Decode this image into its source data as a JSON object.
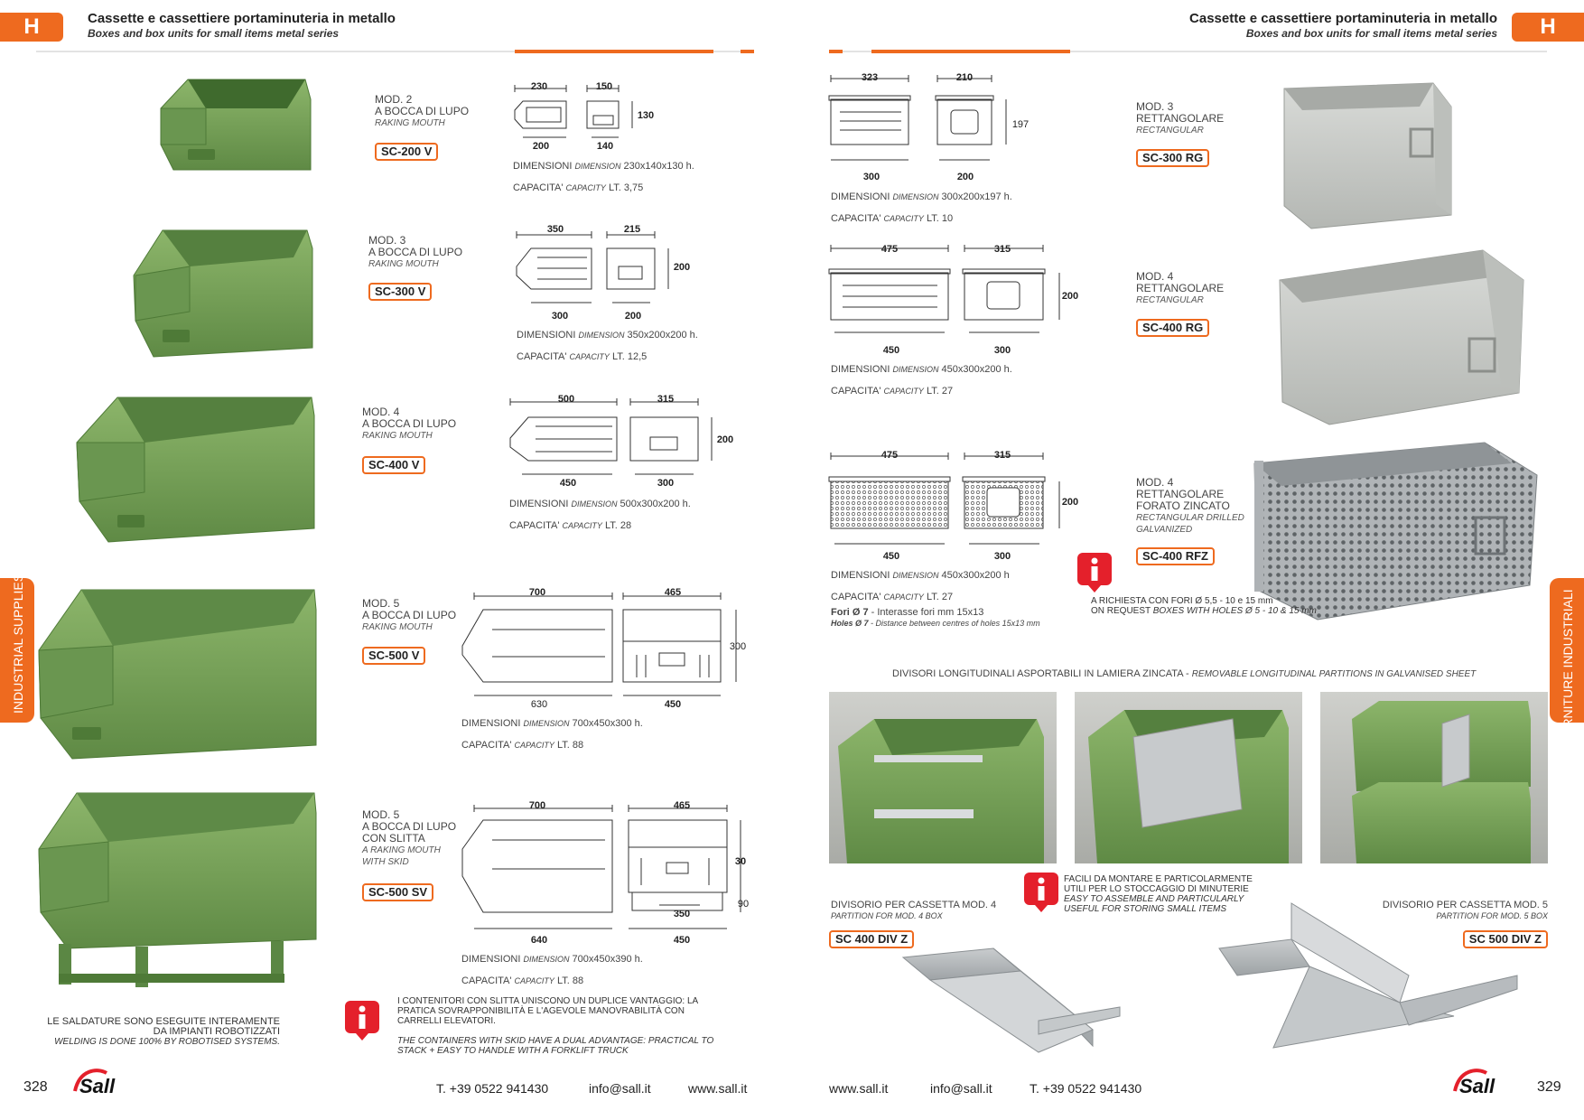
{
  "header": {
    "tab_letter": "H",
    "title": "Cassette e cassettiere portaminuteria in metallo",
    "subtitle": "Boxes and box units for small items metal series"
  },
  "side_tabs": {
    "left": "INDUSTRIAL SUPPLIES",
    "right": "FORNITURE INDUSTRIALI"
  },
  "left_products": [
    {
      "mod": "MOD. 2",
      "type": "A BOCCA DI LUPO",
      "type_en": "RAKING MOUTH",
      "code": "SC-200 V",
      "dims": [
        "230",
        "150",
        "130",
        "200",
        "140"
      ],
      "dimension_label": "DIMENSIONI",
      "dimension_en": "DIMENSION",
      "dimension_value": "230x140x130 h.",
      "capacity_label": "CAPACITA'",
      "capacity_en": "CAPACITY",
      "capacity_value": "LT. 3,75"
    },
    {
      "mod": "MOD. 3",
      "type": "A BOCCA DI LUPO",
      "type_en": "RAKING MOUTH",
      "code": "SC-300 V",
      "dims": [
        "350",
        "215",
        "200",
        "300",
        "200"
      ],
      "dimension_label": "DIMENSIONI",
      "dimension_en": "DIMENSION",
      "dimension_value": "350x200x200 h.",
      "capacity_label": "CAPACITA'",
      "capacity_en": "CAPACITY",
      "capacity_value": "LT. 12,5"
    },
    {
      "mod": "MOD. 4",
      "type": "A BOCCA DI LUPO",
      "type_en": "RAKING MOUTH",
      "code": "SC-400 V",
      "dims": [
        "500",
        "315",
        "200",
        "450",
        "300"
      ],
      "dimension_label": "DIMENSIONI",
      "dimension_en": "DIMENSION",
      "dimension_value": "500x300x200 h.",
      "capacity_label": "CAPACITA'",
      "capacity_en": "CAPACITY",
      "capacity_value": "LT. 28"
    },
    {
      "mod": "MOD. 5",
      "type": "A BOCCA DI LUPO",
      "type_en": "RAKING MOUTH",
      "code": "SC-500 V",
      "dims": [
        "700",
        "465",
        "300",
        "630",
        "450"
      ],
      "dimension_label": "DIMENSIONI",
      "dimension_en": "DIMENSION",
      "dimension_value": "700x450x300 h.",
      "capacity_label": "CAPACITA'",
      "capacity_en": "CAPACITY",
      "capacity_value": "LT. 88"
    },
    {
      "mod": "MOD. 5",
      "type": "A BOCCA DI LUPO CON SLITTA",
      "type_en": "A RAKING MOUTH WITH SKID",
      "code": "SC-500 SV",
      "dims": [
        "700",
        "465",
        "30",
        "90",
        "350",
        "640",
        "450"
      ],
      "dimension_label": "DIMENSIONI",
      "dimension_en": "DIMENSION",
      "dimension_value": "700x450x390 h.",
      "capacity_label": "CAPACITA'",
      "capacity_en": "CAPACITY",
      "capacity_value": "LT. 88"
    }
  ],
  "welding_note": {
    "it": "LE SALDATURE SONO ESEGUITE INTERAMENTE DA IMPIANTI ROBOTIZZATI",
    "en": "WELDING IS DONE 100% BY ROBOTISED SYSTEMS."
  },
  "skid_note": {
    "it": "I CONTENITORI CON SLITTA UNISCONO UN DUPLICE VANTAGGIO: LA PRATICA SOVRAPPONIBILITÀ E L'AGEVOLE MANOVRABILITÀ CON CARRELLI ELEVATORI.",
    "en": "THE CONTAINERS WITH SKID HAVE A DUAL ADVANTAGE: PRACTICAL TO STACK + EASY TO HANDLE WITH A FORKLIFT TRUCK"
  },
  "right_products": [
    {
      "mod": "MOD. 3",
      "type": "RETTANGOLARE",
      "type_en": "RECTANGULAR",
      "code": "SC-300 RG",
      "dims": [
        "323",
        "210",
        "197",
        "300",
        "200"
      ],
      "dimension_label": "DIMENSIONI",
      "dimension_en": "DIMENSION",
      "dimension_value": "300x200x197 h.",
      "capacity_label": "CAPACITA'",
      "capacity_en": "CAPACITY",
      "capacity_value": "LT. 10"
    },
    {
      "mod": "MOD. 4",
      "type": "RETTANGOLARE",
      "type_en": "RECTANGULAR",
      "code": "SC-400 RG",
      "dims": [
        "475",
        "315",
        "200",
        "450",
        "300"
      ],
      "dimension_label": "DIMENSIONI",
      "dimension_en": "DIMENSION",
      "dimension_value": "450x300x200 h.",
      "capacity_label": "CAPACITA'",
      "capacity_en": "CAPACITY",
      "capacity_value": "LT. 27"
    },
    {
      "mod": "MOD. 4",
      "type": "RETTANGOLARE FORATO ZINCATO",
      "type_en": "RECTANGULAR DRILLED GALVANIZED",
      "code": "SC-400 RFZ",
      "dims": [
        "475",
        "315",
        "200",
        "450",
        "300"
      ],
      "dimension_label": "DIMENSIONI",
      "dimension_en": "DIMENSION",
      "dimension_value": "450x300x200 h",
      "capacity_label": "CAPACITA'",
      "capacity_en": "CAPACITY",
      "capacity_value": "LT. 27"
    }
  ],
  "holes": {
    "fori": "Fori Ø 7",
    "fori_desc": " - Interasse fori mm 15x13",
    "holes_en": "Holes Ø 7",
    "holes_desc": " - Distance between centres of holes 15x13 mm"
  },
  "request_note": {
    "it": "A RICHIESTA CON FORI Ø 5,5 - 10 e 15 mm",
    "en_prefix": "ON REQUEST ",
    "en": "BOXES WITH HOLES Ø 5 - 10 & 15 mm"
  },
  "partitions": {
    "heading": "DIVISORI LONGITUDINALI ASPORTABILI IN LAMIERA ZINCATA - ",
    "heading_en": "REMOVABLE LONGITUDINAL PARTITIONS IN GALVANISED SHEET",
    "note_it": "FACILI DA MONTARE E PARTICOLARMENTE UTILI PER LO STOCCAGGIO DI MINUTERIE",
    "note_en": "EASY TO ASSEMBLE AND PARTICULARLY USEFUL FOR STORING SMALL ITEMS",
    "left_label": "DIVISORIO PER CASSETTA MOD. 4",
    "left_label_en": "PARTITION FOR MOD. 4 BOX",
    "left_code": "SC 400 DIV Z",
    "right_label": "DIVISORIO PER CASSETTA MOD. 5",
    "right_label_en": "PARTITION FOR MOD. 5 BOX",
    "right_code": "SC 500 DIV Z"
  },
  "footer": {
    "left_page": "328",
    "right_page": "329",
    "phone": "T. +39 0522 941430",
    "email": "info@sall.it",
    "web": "www.sall.it"
  },
  "colors": {
    "accent": "#ee6a1f",
    "box_green": "#7aa35a",
    "box_gray": "#c9cbc8",
    "galvanized": "#b9bdc0"
  }
}
